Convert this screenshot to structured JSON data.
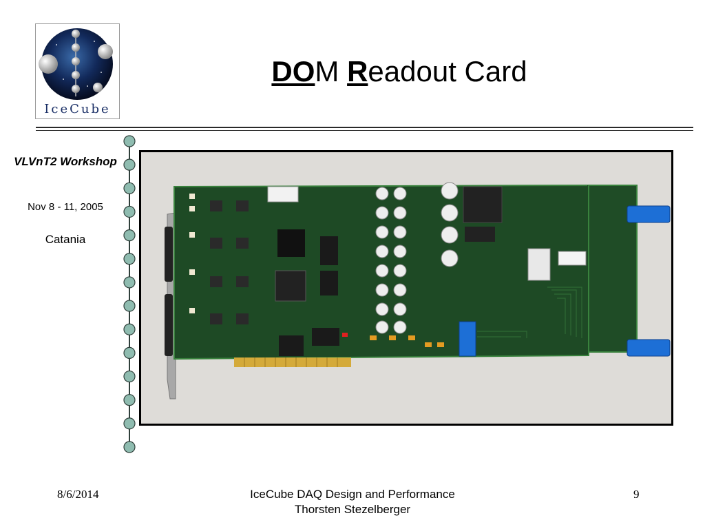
{
  "logo": {
    "text": "IceCube",
    "colors": {
      "sky": "#0b1c3c",
      "sphere": "#c9c9c9"
    }
  },
  "slide": {
    "title": {
      "part1_bold": "DO",
      "part1_rest": "M",
      "part2_bold": "R",
      "part2_rest": "eadout Card"
    }
  },
  "sidebar": {
    "event": "VLVnT2 Workshop",
    "dates": "Nov 8 - 11, 2005",
    "location": "Catania"
  },
  "chain": {
    "bead_count": 14,
    "bead_color": "#8fbcb0",
    "line_color": "#2f3f3a"
  },
  "photo": {
    "subject": "pcb-readout-card",
    "colors": {
      "board": "#1e4a25",
      "connector_gold": "#d4aa3a",
      "clip_blue": "#1d6fd6"
    }
  },
  "footer": {
    "date": "8/6/2014",
    "title_line1": "IceCube DAQ Design and Performance",
    "title_line2": "Thorsten Stezelberger",
    "page_number": "9"
  }
}
